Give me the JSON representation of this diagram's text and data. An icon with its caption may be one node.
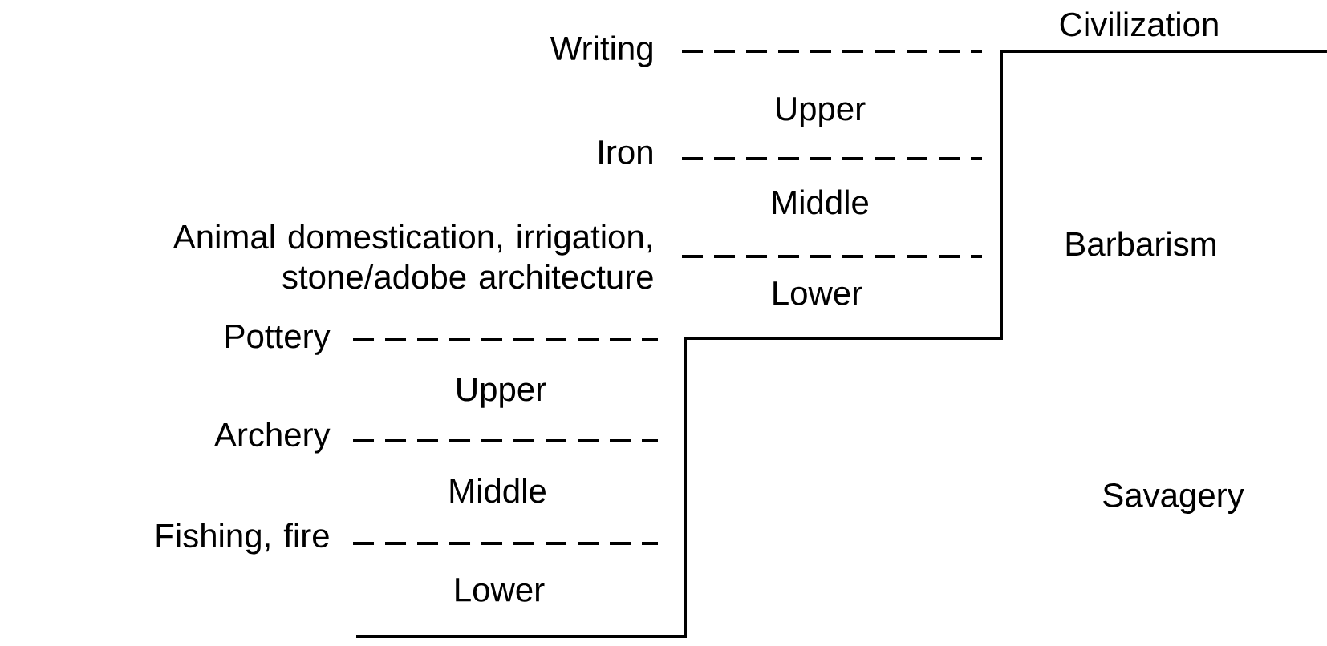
{
  "diagram": {
    "labels": [
      "Civilization",
      "Writing",
      "Upper",
      "Iron",
      "Middle",
      "Animal domestication, irrigation, stone/adobe architecture",
      "Barbarism",
      "Lower",
      "Pottery",
      "Upper",
      "Archery",
      "Middle",
      "Savagery",
      "Fishing, fire",
      "Lower"
    ]
  }
}
